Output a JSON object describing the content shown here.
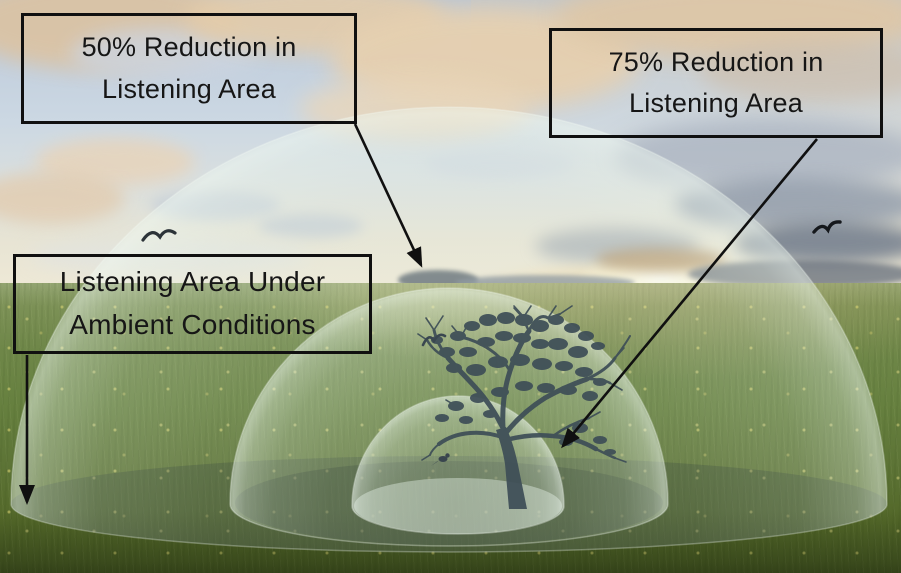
{
  "figure": {
    "callouts": {
      "reduction50": {
        "label": "50% Reduction in\nListening Area"
      },
      "reduction75": {
        "label": "75% Reduction in\nListening Area"
      },
      "ambient": {
        "label": "Listening Area Under\nAmbient Conditions"
      }
    },
    "scene": {
      "domes": [
        {
          "name": "ambient-listening-area-dome",
          "callout": "ambient"
        },
        {
          "name": "reduced-50-percent-dome",
          "callout": "reduction50"
        },
        {
          "name": "reduced-75-percent-dome",
          "callout": "reduction75"
        }
      ],
      "tree": "bare-tree-silhouette",
      "birds": [
        "flying-bird-left",
        "flying-bird-center",
        "flying-bird-right",
        "perched-bird"
      ]
    }
  },
  "colors": {
    "callout_border": "#101010",
    "callout_text": "#161616",
    "arrow": "#101010",
    "tree": "#3e4e57",
    "dome_base_shadow": "rgba(36,52,44,0.30)",
    "dome_base_shadow_mid": "rgba(36,52,44,0.26)",
    "dome_base_light": "rgba(230,242,234,0.42)",
    "dome_rim": "rgba(240,250,242,0.50)",
    "sky_top": "#b7c5d6",
    "sky_horizon": "#efe9d6",
    "sunset_glow": "#fdf3d3",
    "grass_light": "#93a471",
    "grass_dark": "#475a24"
  }
}
